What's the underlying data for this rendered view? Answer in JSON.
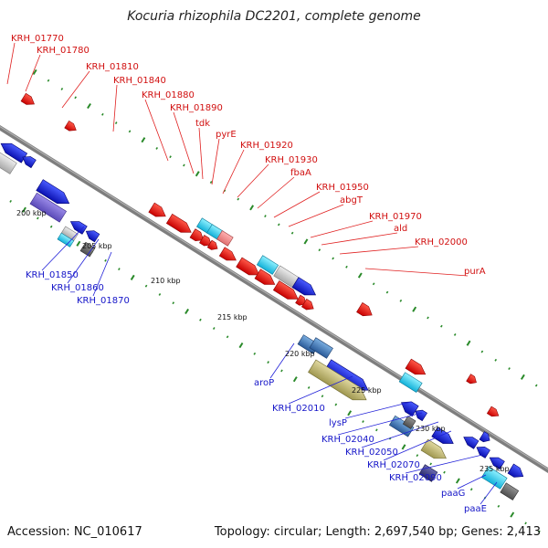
{
  "title": "Kocuria rhizophila DC2201, complete genome",
  "footer": {
    "accession": "Accession: NC_010617",
    "summary": "Topology: circular; Length: 2,697,540 bp; Genes: 2,413"
  },
  "scale_labels": [
    "200 kbp",
    "205 kbp",
    "210 kbp",
    "215 kbp",
    "220 kbp",
    "225 kbp",
    "230 kbp",
    "235 kbp"
  ],
  "forward_labels": [
    "KRH_01770",
    "KRH_01780",
    "KRH_01810",
    "KRH_01840",
    "KRH_01880",
    "KRH_01890",
    "tdk",
    "pyrE",
    "KRH_01920",
    "KRH_01930",
    "fbaA",
    "KRH_01950",
    "abgT",
    "KRH_01970",
    "ald",
    "KRH_02000",
    "purA"
  ],
  "reverse_labels": [
    "KRH_01850",
    "KRH_01860",
    "KRH_01870",
    "aroP",
    "KRH_02010",
    "lysP",
    "KRH_02040",
    "KRH_02050",
    "KRH_02070",
    "KRH_02090",
    "paaG",
    "paaE"
  ],
  "colors": {
    "forward_cds": "#e01010",
    "reverse_cds": "#1515d8",
    "rna": "#1ec8e6",
    "other": "#c8c8c8",
    "steelblue": "#4a7cb8",
    "khaki": "#c0b870",
    "backbone": "#7a7a7a",
    "tick": "#2a8a2a"
  }
}
